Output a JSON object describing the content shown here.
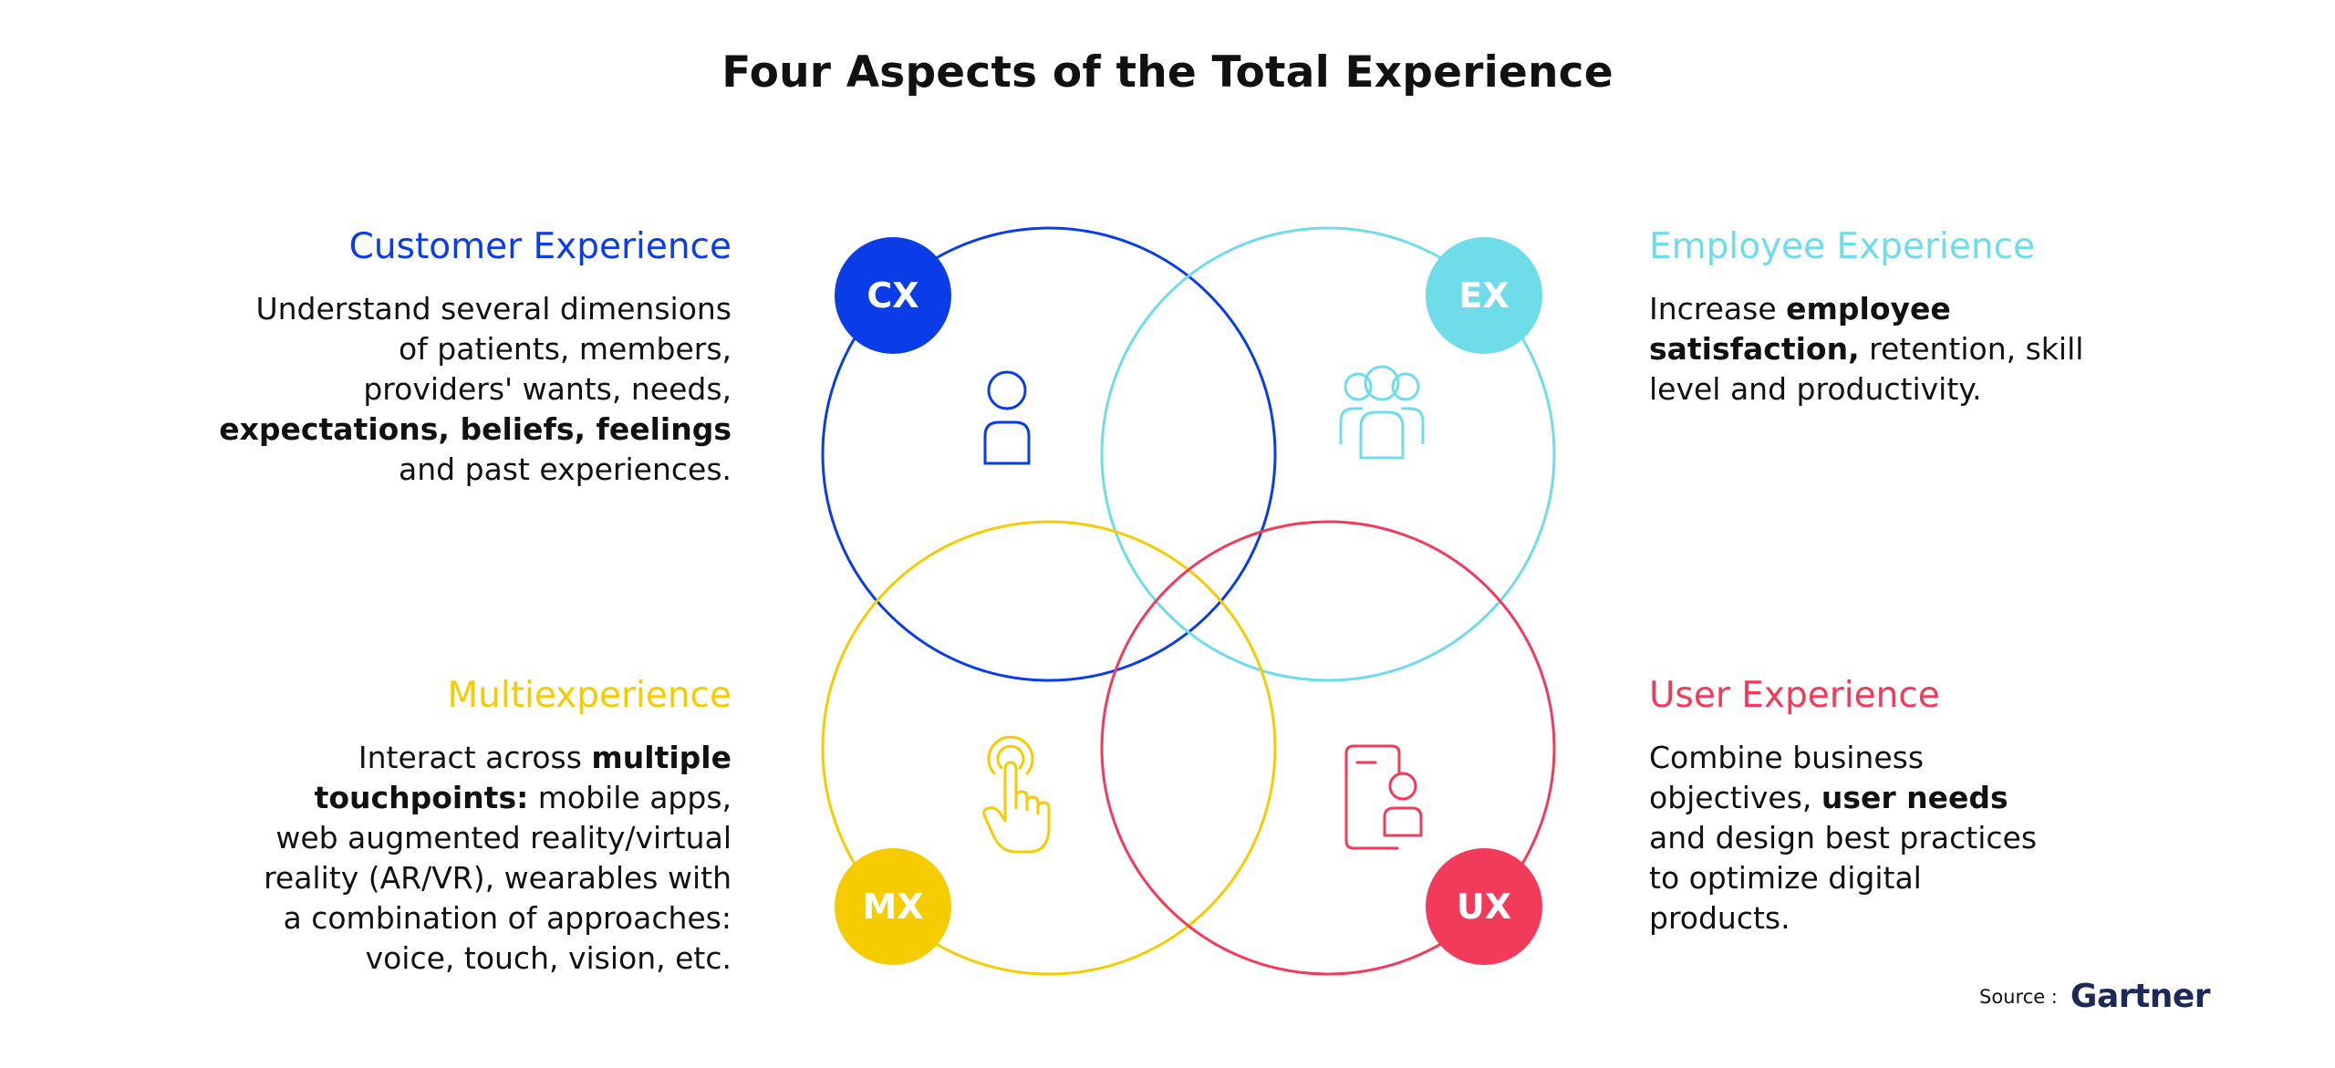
{
  "title": "Four Aspects of the Total Experience",
  "colors": {
    "cx": "#0a3de8",
    "ex": "#6fdcea",
    "mx": "#f5cc00",
    "ux": "#f23a5b"
  },
  "circles": {
    "cx": {
      "badge": "CX",
      "icon": "person-icon"
    },
    "ex": {
      "badge": "EX",
      "icon": "people-group-icon"
    },
    "mx": {
      "badge": "MX",
      "icon": "tap-hand-icon"
    },
    "ux": {
      "badge": "UX",
      "icon": "phone-user-icon"
    }
  },
  "sections": {
    "cx": {
      "heading": "Customer Experience",
      "lines": [
        [
          {
            "t": "Understand several dimensions"
          }
        ],
        [
          {
            "t": "of patients, members,"
          }
        ],
        [
          {
            "t": "providers' wants, needs,"
          }
        ],
        [
          {
            "t": "expectations, beliefs, feelings",
            "b": true
          }
        ],
        [
          {
            "t": "and past experiences."
          }
        ]
      ]
    },
    "ex": {
      "heading": "Employee Experience",
      "lines": [
        [
          {
            "t": "Increase "
          },
          {
            "t": "employee",
            "b": true
          }
        ],
        [
          {
            "t": "satisfaction,",
            "b": true
          },
          {
            "t": " retention, skill"
          }
        ],
        [
          {
            "t": "level and productivity."
          }
        ]
      ]
    },
    "mx": {
      "heading": "Multiexperience",
      "lines": [
        [
          {
            "t": "Interact across "
          },
          {
            "t": "multiple",
            "b": true
          }
        ],
        [
          {
            "t": "touchpoints:",
            "b": true
          },
          {
            "t": " mobile apps,"
          }
        ],
        [
          {
            "t": "web augmented reality/virtual"
          }
        ],
        [
          {
            "t": "reality (AR/VR), wearables with"
          }
        ],
        [
          {
            "t": "a combination of approaches:"
          }
        ],
        [
          {
            "t": "voice, touch, vision, etc."
          }
        ]
      ]
    },
    "ux": {
      "heading": "User Experience",
      "lines": [
        [
          {
            "t": "Combine business"
          }
        ],
        [
          {
            "t": "objectives, "
          },
          {
            "t": "user needs",
            "b": true
          }
        ],
        [
          {
            "t": "and design best practices"
          }
        ],
        [
          {
            "t": "to optimize digital"
          }
        ],
        [
          {
            "t": "products."
          }
        ]
      ]
    }
  },
  "source": {
    "label": "Source :",
    "logo": "Gartner"
  }
}
